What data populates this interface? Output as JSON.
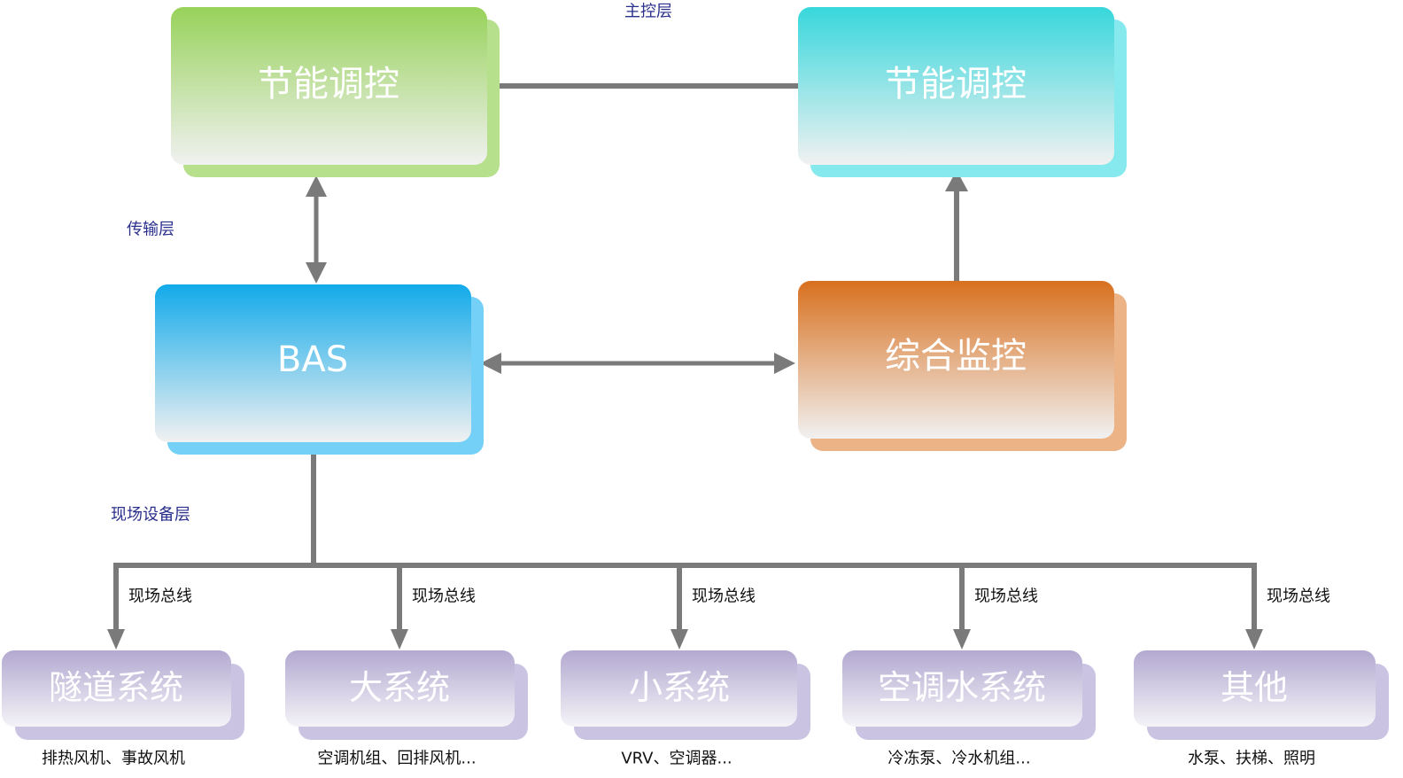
{
  "layers": {
    "main_control": "主控层",
    "transmission": "传输层",
    "field_device": "现场设备层"
  },
  "nodes": {
    "energy_left": {
      "label": "节能调控",
      "color_top": "#97d25a",
      "color_shadow": "#b7e08c"
    },
    "energy_right": {
      "label": "节能调控",
      "color_top": "#37d7dc",
      "color_shadow": "#86e9ee"
    },
    "bas": {
      "label": "BAS",
      "color_top": "#12aaea",
      "color_shadow": "#74d0f6"
    },
    "monitor": {
      "label": "综合监控",
      "color_top": "#d8701f",
      "color_shadow": "#ebb386"
    }
  },
  "subsystems": [
    {
      "label": "隧道系统",
      "bus_label": "现场总线",
      "equipment": "排热风机、事故风机"
    },
    {
      "label": "大系统",
      "bus_label": "现场总线",
      "equipment": "空调机组、回排风机..."
    },
    {
      "label": "小系统",
      "bus_label": "现场总线",
      "equipment": "VRV、空调器..."
    },
    {
      "label": "空调水系统",
      "bus_label": "现场总线",
      "equipment": "冷冻泵、冷水机组..."
    },
    {
      "label": "其他",
      "bus_label": "现场总线",
      "equipment": "水泵、扶梯、照明"
    }
  ],
  "colors": {
    "connector": "#7a7a7a",
    "subsystem_top": "#b3a9d1",
    "subsystem_shadow": "#cbc3e2",
    "layer_label": "#2a2f8c"
  }
}
